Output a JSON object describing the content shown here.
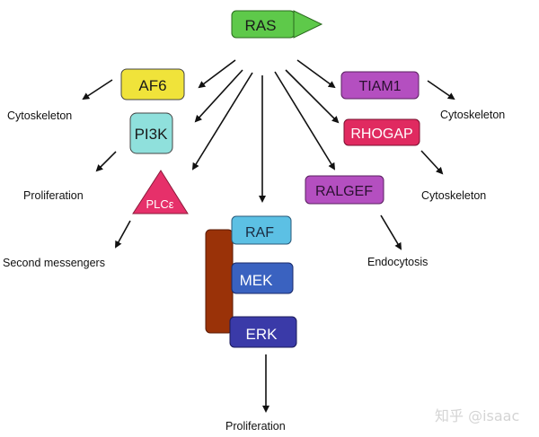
{
  "diagram": {
    "title_node": "RAS",
    "nodes": {
      "ras": {
        "label": "RAS",
        "fill": "#5ec94a",
        "text": "#1a1a1a"
      },
      "af6": {
        "label": "AF6",
        "fill": "#f0e33a",
        "text": "#1a1a1a"
      },
      "pi3k": {
        "label": "PI3K",
        "fill": "#8fe0dc",
        "text": "#1a1a1a"
      },
      "plce": {
        "label": "PLCε",
        "fill": "#e6306a",
        "text": "#ffffff"
      },
      "tiam1": {
        "label": "TIAM1",
        "fill": "#b44fc0",
        "text": "#2a1030"
      },
      "rhogap": {
        "label": "RHOGAP",
        "fill": "#e02a60",
        "text": "#ffffff"
      },
      "ralgef": {
        "label": "RALGEF",
        "fill": "#b44fc0",
        "text": "#2a1030"
      },
      "raf": {
        "label": "RAF",
        "fill": "#5cc0e4",
        "text": "#1a2a40"
      },
      "mek": {
        "label": "MEK",
        "fill": "#3a62c0",
        "text": "#ffffff"
      },
      "erk": {
        "label": "ERK",
        "fill": "#3a3aa8",
        "text": "#ffffff"
      },
      "scaffold": {
        "label": "",
        "fill": "#9a3208",
        "text": "#ffffff"
      }
    },
    "outcomes": {
      "af6_out": "Cytoskeleton",
      "pi3k_out": "Proliferation",
      "plce_out": "Second messengers",
      "tiam1_out": "Cytoskeleton",
      "rhogap_out": "Cytoskeleton",
      "ralgef_out": "Endocytosis",
      "erk_out": "Proliferation"
    },
    "watermark": "知乎 @isaac"
  }
}
